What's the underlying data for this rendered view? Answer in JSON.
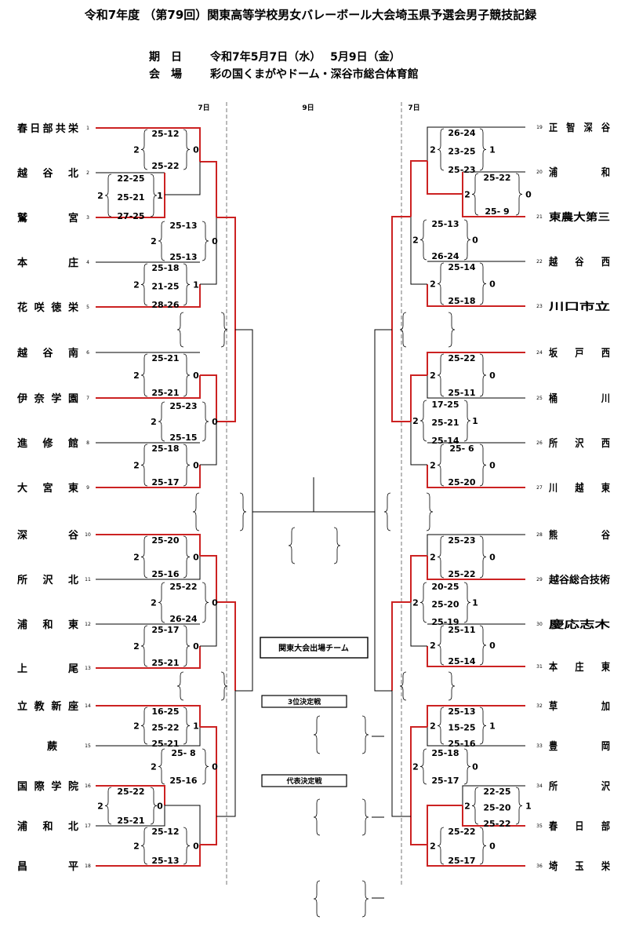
{
  "title": "令和7年度 （第79回）関東高等学校男女バレーボール大会埼玉県予選会男子競技記録",
  "schedule_label": "期　日",
  "schedule_value": "令和7年5月7日（水）　 5月9日（金）",
  "venue_label": "会　場",
  "venue_value": "彩の国くまがやドーム・深谷市総合体育館",
  "day_labels": {
    "left": "7日",
    "center": "9日",
    "right": "7日"
  },
  "box_labels": {
    "kanto": "関東大会出場チーム",
    "third": "3位決定戦",
    "rep": "代表決定戦"
  },
  "left_teams": [
    {
      "no": "1",
      "name": "春日部共栄"
    },
    {
      "no": "2",
      "name": "越　谷　北"
    },
    {
      "no": "3",
      "name": "鷲　　　宮"
    },
    {
      "no": "4",
      "name": "本　　　庄"
    },
    {
      "no": "5",
      "name": "花咲徳栄"
    },
    {
      "no": "6",
      "name": "越　谷　南"
    },
    {
      "no": "7",
      "name": "伊奈学園"
    },
    {
      "no": "8",
      "name": "進　修　館"
    },
    {
      "no": "9",
      "name": "大　宮　東"
    },
    {
      "no": "10",
      "name": "深　　　谷"
    },
    {
      "no": "11",
      "name": "所　沢　北"
    },
    {
      "no": "12",
      "name": "浦　和　東"
    },
    {
      "no": "13",
      "name": "上　　　尾"
    },
    {
      "no": "14",
      "name": "立教新座"
    },
    {
      "no": "15",
      "name": "蕨"
    },
    {
      "no": "16",
      "name": "国際学院"
    },
    {
      "no": "17",
      "name": "浦　和　北"
    },
    {
      "no": "18",
      "name": "昌　　　平"
    }
  ],
  "right_teams": [
    {
      "no": "19",
      "name": "正　智　深　谷"
    },
    {
      "no": "20",
      "name": "浦　　　　　和"
    },
    {
      "no": "21",
      "name": "東農大第三"
    },
    {
      "no": "22",
      "name": "越　　谷　　西"
    },
    {
      "no": "23",
      "name": "川口市立"
    },
    {
      "no": "24",
      "name": "坂　　戸　　西"
    },
    {
      "no": "25",
      "name": "桶　　　　　川"
    },
    {
      "no": "26",
      "name": "所　　沢　　西"
    },
    {
      "no": "27",
      "name": "川　　越　　東"
    },
    {
      "no": "28",
      "name": "熊　　　　　谷"
    },
    {
      "no": "29",
      "name": "越谷総合技術"
    },
    {
      "no": "30",
      "name": "慶応志木"
    },
    {
      "no": "31",
      "name": "本　　庄　　東"
    },
    {
      "no": "32",
      "name": "草　　　　　加"
    },
    {
      "no": "33",
      "name": "豊　　　　　岡"
    },
    {
      "no": "34",
      "name": "所　　　　　沢"
    },
    {
      "no": "35",
      "name": "春　　日　　部"
    },
    {
      "no": "36",
      "name": "埼　　玉　　栄"
    }
  ],
  "left_matches": [
    {
      "id": "L2v3",
      "sets": [
        "22-25",
        "25-21",
        "27-25"
      ],
      "win_count": "2",
      "lose_count": "1"
    },
    {
      "id": "L1v2",
      "sets": [
        "25-12",
        "25-22"
      ],
      "win_count": "2",
      "lose_count": "0"
    },
    {
      "id": "L4v5",
      "sets": [
        "25-18",
        "21-25",
        "28-26"
      ],
      "win_count": "2",
      "lose_count": "1"
    },
    {
      "id": "L3v4",
      "sets": [
        "25-13",
        "25-13"
      ],
      "win_count": "2",
      "lose_count": "0"
    },
    {
      "id": "L6v7",
      "sets": [
        "25-21",
        "25-21"
      ],
      "win_count": "2",
      "lose_count": "0"
    },
    {
      "id": "L8v9",
      "sets": [
        "25-18",
        "25-17"
      ],
      "win_count": "2",
      "lose_count": "0"
    },
    {
      "id": "L7v9",
      "sets": [
        "25-23",
        "25-15"
      ],
      "win_count": "2",
      "lose_count": "0"
    },
    {
      "id": "L10v11",
      "sets": [
        "25-20",
        "25-16"
      ],
      "win_count": "2",
      "lose_count": "0"
    },
    {
      "id": "L12v13",
      "sets": [
        "25-17",
        "25-21"
      ],
      "win_count": "2",
      "lose_count": "0"
    },
    {
      "id": "L10v13",
      "sets": [
        "25-22",
        "26-24"
      ],
      "win_count": "2",
      "lose_count": "0"
    },
    {
      "id": "L14v15",
      "sets": [
        "16-25",
        "25-22",
        "25-21"
      ],
      "win_count": "2",
      "lose_count": "1"
    },
    {
      "id": "L16v17",
      "sets": [
        "25-22",
        "25-21"
      ],
      "win_count": "2",
      "lose_count": "0"
    },
    {
      "id": "L14v16",
      "sets": [
        "25- 8",
        "25-16"
      ],
      "win_count": "2",
      "lose_count": "0"
    },
    {
      "id": "L17v18",
      "sets": [
        "25-12",
        "25-13"
      ],
      "win_count": "2",
      "lose_count": "0"
    }
  ],
  "right_matches": [
    {
      "id": "R19v20",
      "sets": [
        "26-24",
        "23-25",
        "25-23"
      ],
      "win_count": "2",
      "lose_count": "1"
    },
    {
      "id": "R20v21",
      "sets": [
        "25-22",
        "25- 9"
      ],
      "win_count": "2",
      "lose_count": "0"
    },
    {
      "id": "R21v22",
      "sets": [
        "25-13",
        "26-24"
      ],
      "win_count": "2",
      "lose_count": "0"
    },
    {
      "id": "R22v23",
      "sets": [
        "25-14",
        "25-18"
      ],
      "win_count": "2",
      "lose_count": "0"
    },
    {
      "id": "R24v25",
      "sets": [
        "25-22",
        "25-11"
      ],
      "win_count": "2",
      "lose_count": "0"
    },
    {
      "id": "R24v26",
      "sets": [
        "17-25",
        "25-21",
        "25-14"
      ],
      "win_count": "2",
      "lose_count": "1"
    },
    {
      "id": "R26v27",
      "sets": [
        "25- 6",
        "25-20"
      ],
      "win_count": "2",
      "lose_count": "0"
    },
    {
      "id": "R28v29",
      "sets": [
        "25-23",
        "25-22"
      ],
      "win_count": "2",
      "lose_count": "0"
    },
    {
      "id": "R29v31",
      "sets": [
        "20-25",
        "25-20",
        "25-19"
      ],
      "win_count": "2",
      "lose_count": "1"
    },
    {
      "id": "R30v31",
      "sets": [
        "25-11",
        "25-14"
      ],
      "win_count": "2",
      "lose_count": "0"
    },
    {
      "id": "R32v33",
      "sets": [
        "25-13",
        "15-25",
        "25-16"
      ],
      "win_count": "2",
      "lose_count": "1"
    },
    {
      "id": "R32v35",
      "sets": [
        "25-18",
        "25-17"
      ],
      "win_count": "2",
      "lose_count": "0"
    },
    {
      "id": "R34v35",
      "sets": [
        "22-25",
        "25-20",
        "25-22"
      ],
      "win_count": "2",
      "lose_count": "1"
    },
    {
      "id": "R35v36",
      "sets": [
        "25-22",
        "25-17"
      ],
      "win_count": "2",
      "lose_count": "0"
    }
  ],
  "colors": {
    "winner_line": "#cc2222",
    "normal_line": "#000000",
    "divider": "#555555"
  }
}
